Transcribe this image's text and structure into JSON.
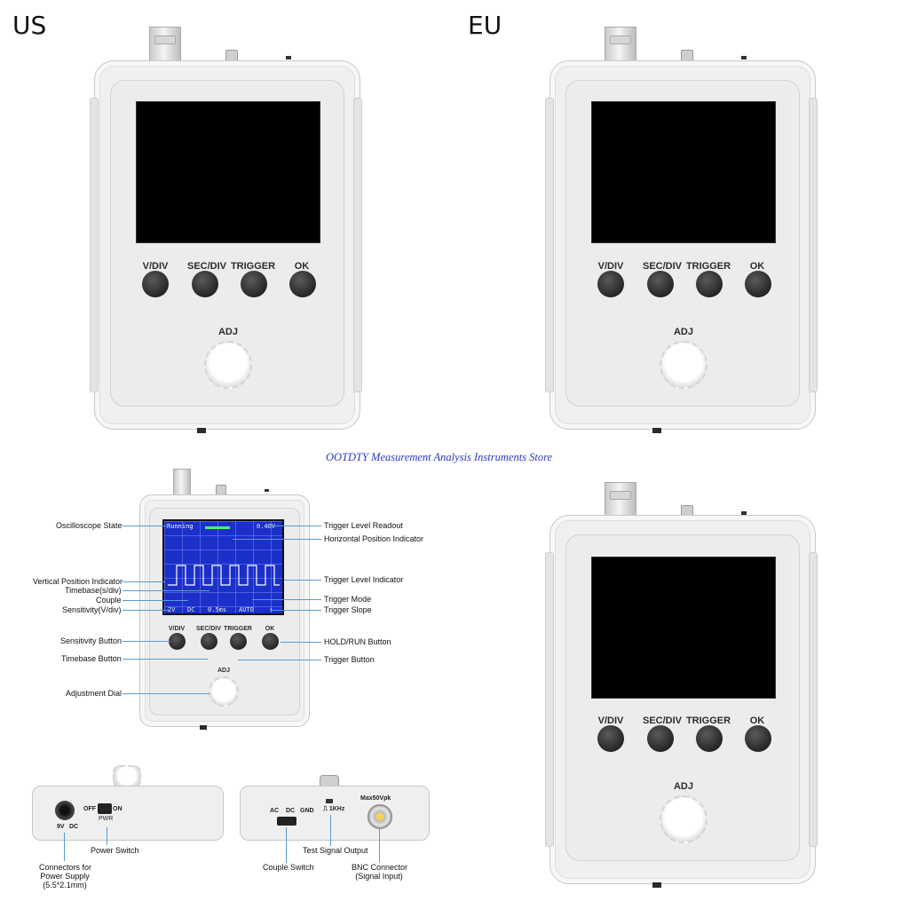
{
  "regions": {
    "us": "US",
    "eu": "EU"
  },
  "store_name": "OOTDTY Measurement Analysis Instruments Store",
  "device": {
    "buttons": [
      "V/DIV",
      "SEC/DIV",
      "TRIGGER",
      "OK"
    ],
    "dial_label": "ADJ"
  },
  "screen": {
    "state": "Running",
    "trigger_level": "0.48V",
    "sensitivity": "2V",
    "couple": "DC",
    "timebase": "0.5ms",
    "trigger_mode": "AUTO",
    "trigger_slope": "↑"
  },
  "annotations": {
    "oscilloscope_state": "Oscilloscope State",
    "vertical_position_indicator": "Vertical Position Indicator",
    "timebase": "Timebase(s/div)",
    "couple": "Couple",
    "sensitivity": "Sensitivity(V/div)",
    "sensitivity_button": "Sensitivity Button",
    "timebase_button": "Timebase Button",
    "adjustment_dial": "Adjustment Dial",
    "trigger_level_readout": "Trigger Level Readout",
    "horizontal_position_indicator": "Horizontal Position Indicator",
    "trigger_level_indicator": "Trigger Level Indicator",
    "trigger_mode": "Trigger Mode",
    "trigger_slope": "Trigger Slope",
    "hold_run_button": "HOLD/RUN Button",
    "trigger_button": "Trigger Button"
  },
  "side_left": {
    "nine_v": "9V",
    "dc": "DC",
    "off": "OFF",
    "on": "ON",
    "pwr": "PWR",
    "power_switch": "Power Switch",
    "connectors_line1": "Connectors for",
    "connectors_line2": "Power Supply",
    "connectors_line3": "(5.5*2.1mm)"
  },
  "side_right": {
    "ac": "AC",
    "dc": "DC",
    "gnd": "GND",
    "test_freq": "1KHz",
    "max_vpk": "Max50Vpk",
    "couple_switch": "Couple Switch",
    "test_signal_output": "Test Signal Output",
    "bnc_line1": "BNC Connector",
    "bnc_line2": "(Signal Input)"
  }
}
